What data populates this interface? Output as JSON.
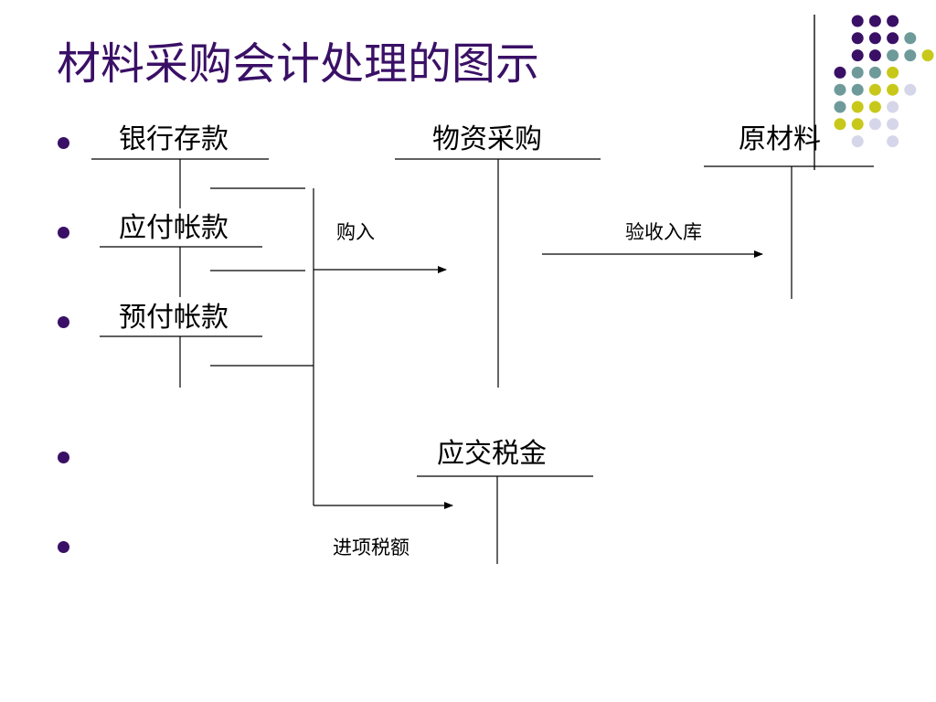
{
  "title": "材料采购会计处理的图示",
  "accounts": {
    "bank_deposit": "银行存款",
    "material_purchase": "物资采购",
    "raw_materials": "原材料",
    "accounts_payable": "应付帐款",
    "prepaid_accounts": "预付帐款",
    "tax_payable": "应交税金"
  },
  "flows": {
    "purchase": "购入",
    "inspection_storage": "验收入库",
    "input_vat": "进项税额"
  },
  "bullets": [
    "",
    "",
    "",
    "",
    ""
  ],
  "colors": {
    "title": "#3a1066",
    "dot_purple": "#3a1066",
    "dot_teal": "#6f9a9a",
    "dot_yellow": "#c8c81a",
    "dot_lavender": "#d6d6ea"
  }
}
